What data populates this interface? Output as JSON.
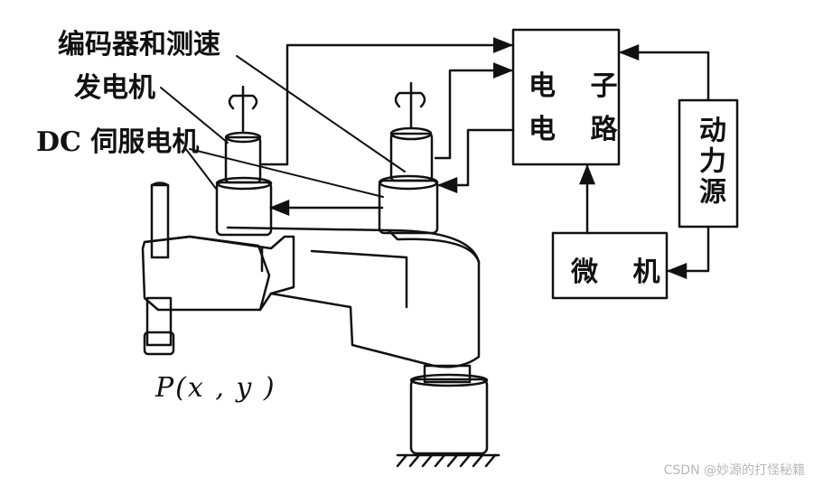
{
  "labels": {
    "encoder": "编码器和测速",
    "generator": "发电机",
    "dc_servo": "DC 伺服电机",
    "electronic_circuit_line1": "电 子",
    "electronic_circuit_line2": "电 路",
    "power_source": "动力源",
    "microcomputer": "微 机",
    "point": "P(x , y )"
  },
  "watermark": "CSDN @妙源的打怪秘籍"
}
